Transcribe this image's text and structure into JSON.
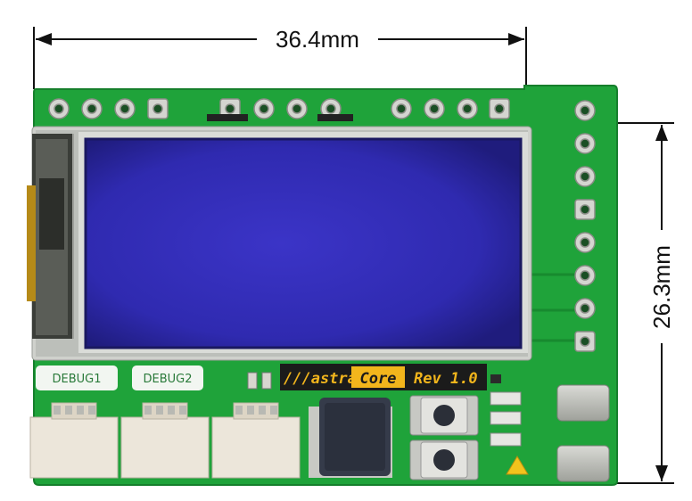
{
  "dimensions": {
    "width_label": "36.4mm",
    "height_label": "26.3mm"
  },
  "silkscreen": {
    "debug1": "DEBUG1",
    "debug2": "DEBUG2"
  },
  "logo": {
    "brand_prefix": "///astra",
    "brand_core": "Core",
    "revision": "Rev 1.0"
  },
  "colors": {
    "pcb": "#1fa33a",
    "pcb_dark": "#178a2f",
    "screen": "#3a33c4",
    "silver": "#c9cbc6",
    "logo_bg": "#1b1b1b",
    "logo_core": "#f2b51c"
  }
}
